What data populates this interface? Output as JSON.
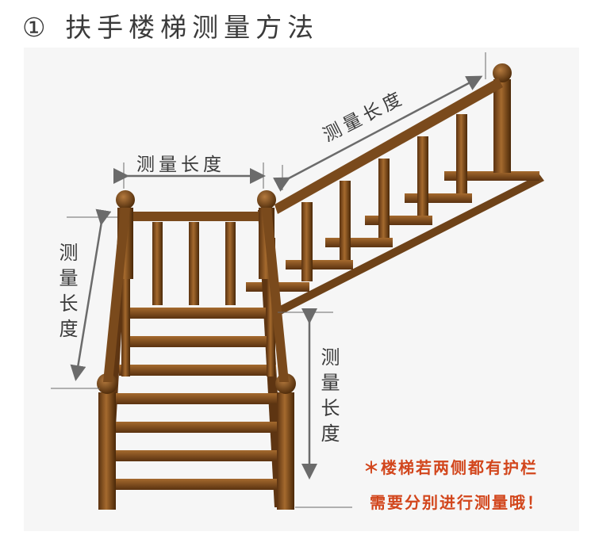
{
  "title": "① 扶手楼梯测量方法",
  "labels": {
    "top_width": "测量长度",
    "diagonal": "测量长度",
    "left_height": "测量长度",
    "right_height": "测量长度"
  },
  "note": {
    "line1": "＊楼梯若两侧都有护栏",
    "line2": "需要分别进行测量哦！"
  },
  "colors": {
    "wood_dark": "#5a3210",
    "wood_mid": "#8a5220",
    "wood_light": "#b07a3c",
    "arrow": "#6b6b6b",
    "note": "#d2461c"
  }
}
